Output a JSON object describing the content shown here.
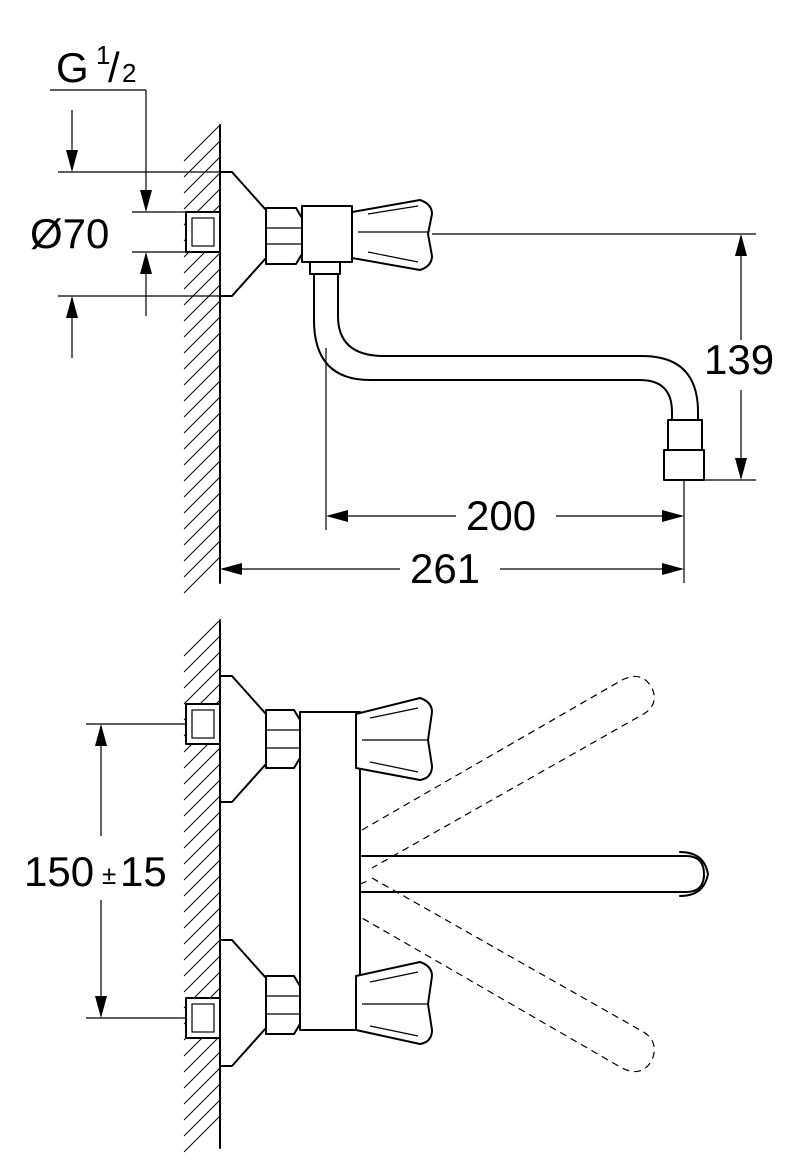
{
  "dimensions": {
    "thread_letter": "G",
    "thread_num": "1",
    "thread_den": "2",
    "diameter": "Ø70",
    "height": "139",
    "projection": "200",
    "total_length": "261",
    "spacing_value": "150",
    "spacing_pm": "±",
    "spacing_tol": "15"
  }
}
